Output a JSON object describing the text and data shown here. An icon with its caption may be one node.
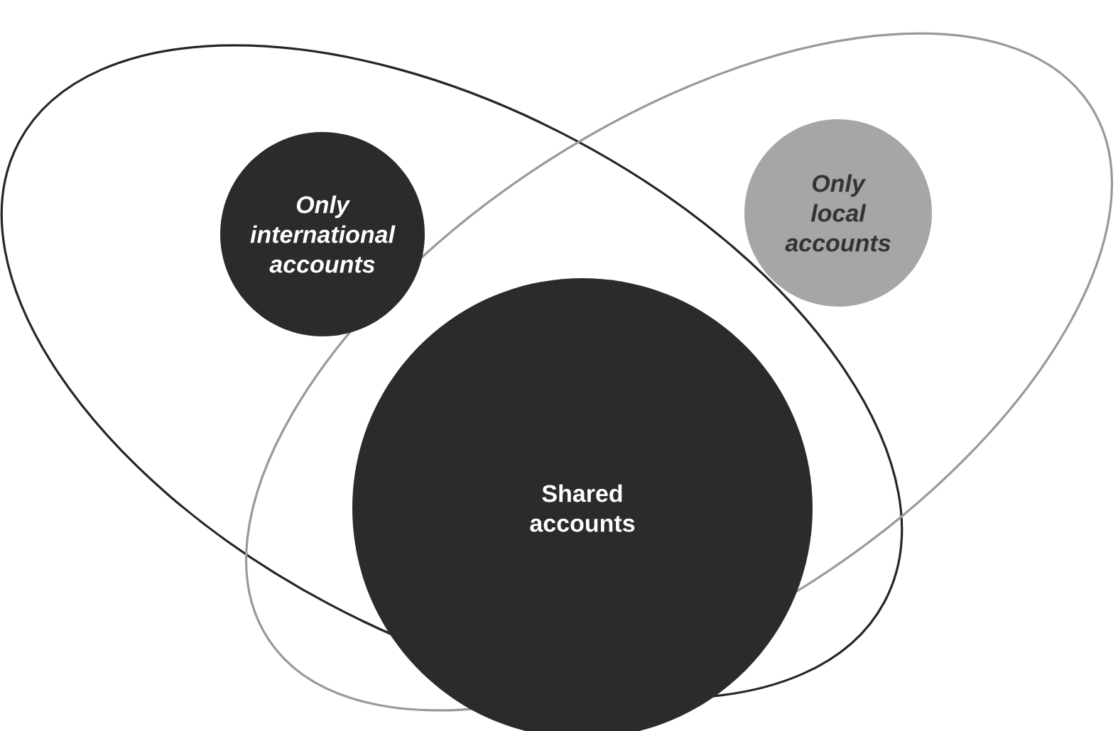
{
  "diagram": {
    "nodes": [
      {
        "text": [],
        "shape": "ellipse"
      },
      {
        "text": [],
        "shape": "ellipse"
      },
      {
        "text": [
          "Only international accounts"
        ],
        "in": 0
      },
      {
        "text": [
          "Only local accounts"
        ],
        "in": 1
      },
      {
        "text": [
          "Shared accounts"
        ]
      }
    ]
  }
}
